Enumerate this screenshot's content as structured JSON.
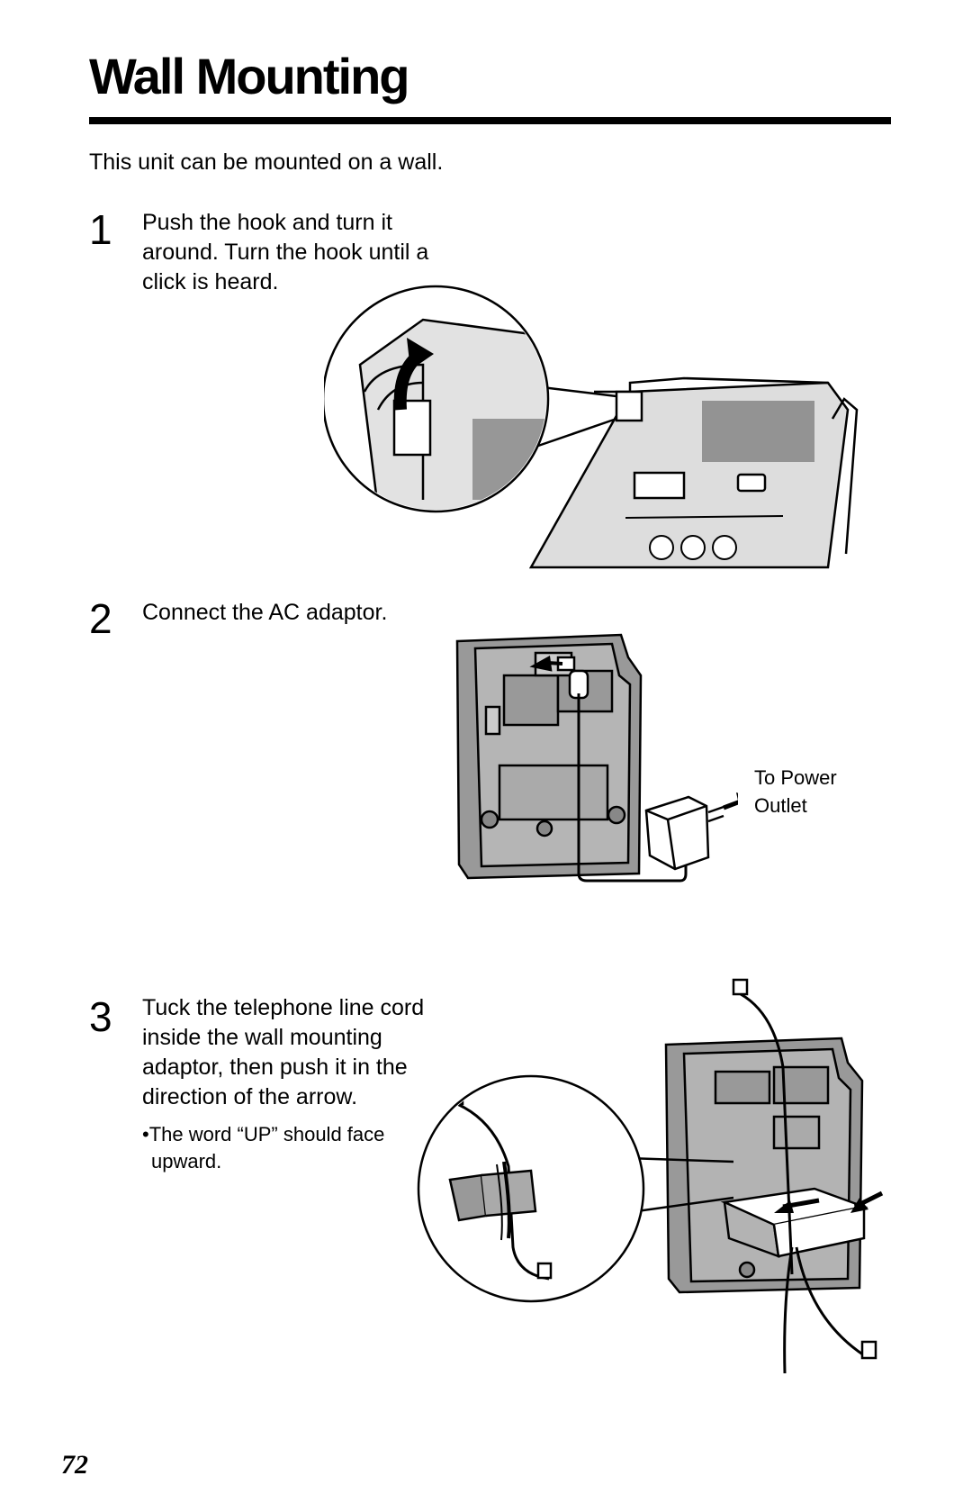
{
  "title": "Wall Mounting",
  "intro": "This unit can be mounted on a wall.",
  "steps": [
    {
      "number": "1",
      "lines": [
        "Push the hook and turn it",
        "around. Turn the hook until a",
        "click is heard."
      ]
    },
    {
      "number": "2",
      "lines": [
        "Connect the AC adaptor."
      ]
    },
    {
      "number": "3",
      "lines": [
        "Tuck the telephone line cord",
        "inside the wall mounting",
        "adaptor, then push it in the",
        "direction of the arrow."
      ],
      "note": [
        "•The word “UP” should face",
        "upward."
      ]
    }
  ],
  "callout": [
    "To Power",
    "Outlet"
  ],
  "page_number": "72"
}
